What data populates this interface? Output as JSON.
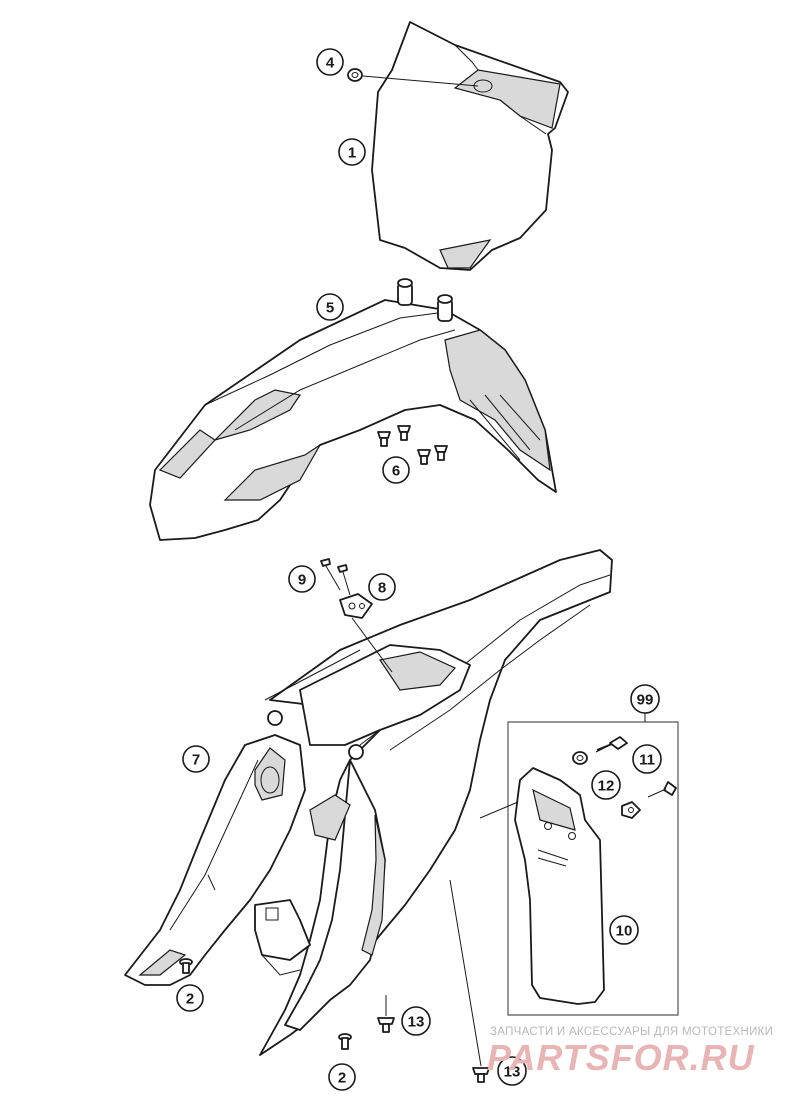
{
  "watermark": {
    "tagline": "ЗАПЧАСТИ И АКСЕССУАРЫ ДЛЯ МОТОТЕХНИКИ",
    "brand": "PARTSFOR.RU",
    "color": "#e8b4b4"
  },
  "callouts": [
    {
      "id": "c1",
      "label": "1"
    },
    {
      "id": "c2a",
      "label": "2"
    },
    {
      "id": "c2b",
      "label": "2"
    },
    {
      "id": "c4",
      "label": "4"
    },
    {
      "id": "c5",
      "label": "5"
    },
    {
      "id": "c6",
      "label": "6"
    },
    {
      "id": "c7",
      "label": "7"
    },
    {
      "id": "c8",
      "label": "8"
    },
    {
      "id": "c9",
      "label": "9"
    },
    {
      "id": "c10",
      "label": "10"
    },
    {
      "id": "c11",
      "label": "11"
    },
    {
      "id": "c12",
      "label": "12"
    },
    {
      "id": "c13a",
      "label": "13"
    },
    {
      "id": "c13b",
      "label": "13"
    },
    {
      "id": "c99",
      "label": "99"
    }
  ]
}
